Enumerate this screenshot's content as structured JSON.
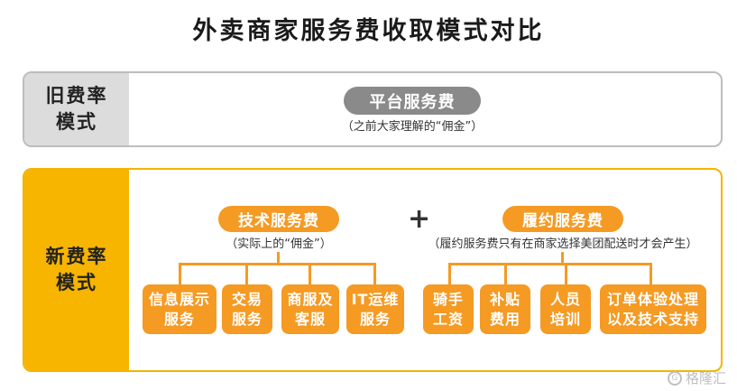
{
  "title": "外卖商家服务费收取模式对比",
  "old_mode": {
    "label_line1": "旧费率",
    "label_line2": "模式",
    "fee_label": "平台服务费",
    "fee_note": "（之前大家理解的“佣金”）"
  },
  "new_mode": {
    "label_line1": "新费率",
    "label_line2": "模式",
    "plus": "+",
    "tech": {
      "label": "技术服务费",
      "note": "（实际上的“佣金”）",
      "items": [
        "信息展示\n服务",
        "交易\n服务",
        "商服及\n客服",
        "IT运维\n服务"
      ]
    },
    "fulfill": {
      "label": "履约服务费",
      "note": "（履约服务费只有在商家选择美团配送时才会产生）",
      "items": [
        "骑手\n工资",
        "补贴\n费用",
        "人员\n培训",
        "订单体验处理\n以及技术支持"
      ]
    }
  },
  "watermark": "格隆汇"
}
